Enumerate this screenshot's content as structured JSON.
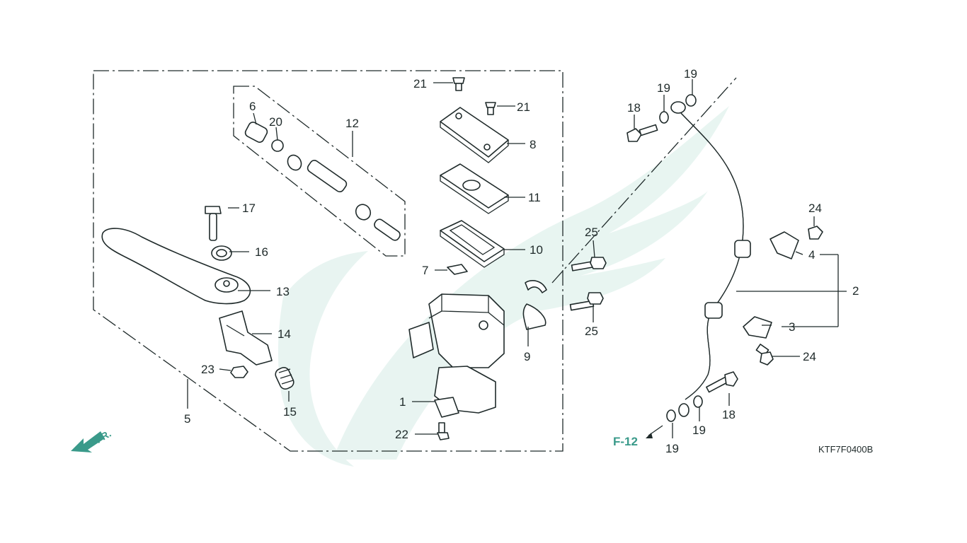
{
  "diagram": {
    "code": "KTF7F0400B",
    "reference": "F-12",
    "direction": "FR.",
    "colors": {
      "accent": "#3a9a8a",
      "line": "#1f2a2a",
      "watermark": "#d6ece6"
    },
    "labels": {
      "l1": "1",
      "l2": "2",
      "l3": "3",
      "l4": "4",
      "l5": "5",
      "l6": "6",
      "l7": "7",
      "l8": "8",
      "l9": "9",
      "l10": "10",
      "l11": "11",
      "l12": "12",
      "l13": "13",
      "l14": "14",
      "l15": "15",
      "l16": "16",
      "l17": "17",
      "l18a": "18",
      "l18b": "18",
      "l19a": "19",
      "l19b": "19",
      "l19c": "19",
      "l19d": "19",
      "l20": "20",
      "l21a": "21",
      "l21b": "21",
      "l22": "22",
      "l23": "23",
      "l24a": "24",
      "l24b": "24",
      "l25a": "25",
      "l25b": "25"
    }
  }
}
